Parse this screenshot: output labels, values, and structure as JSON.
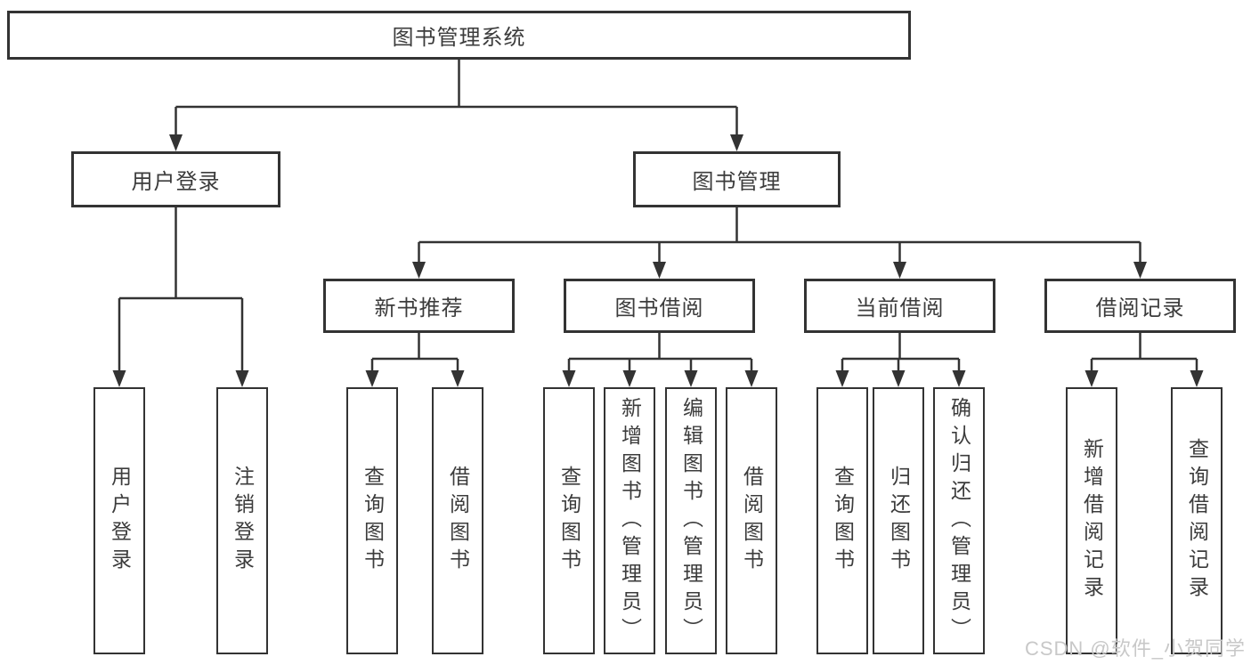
{
  "diagram": {
    "root": {
      "label": "图书管理系统"
    },
    "level2": [
      {
        "label": "用户登录"
      },
      {
        "label": "图书管理"
      }
    ],
    "level3": [
      {
        "label": "新书推荐"
      },
      {
        "label": "图书借阅"
      },
      {
        "label": "当前借阅"
      },
      {
        "label": "借阅记录"
      }
    ],
    "leaves": [
      {
        "label": "用户登录"
      },
      {
        "label": "注销登录"
      },
      {
        "label": "查询图书"
      },
      {
        "label": "借阅图书"
      },
      {
        "label": "查询图书"
      },
      {
        "label": "新增图书（管理员）"
      },
      {
        "label": "编辑图书（管理员）"
      },
      {
        "label": "借阅图书"
      },
      {
        "label": "查询图书"
      },
      {
        "label": "归还图书"
      },
      {
        "label": "确认归还（管理员）"
      },
      {
        "label": "新增借阅记录"
      },
      {
        "label": "查询借阅记录"
      }
    ],
    "watermark": "CSDN @软件_小贺同学",
    "colors": {
      "line": "#333333",
      "text": "#3c3c3c",
      "watermark": "#c8c8c8",
      "background": "#ffffff"
    }
  }
}
